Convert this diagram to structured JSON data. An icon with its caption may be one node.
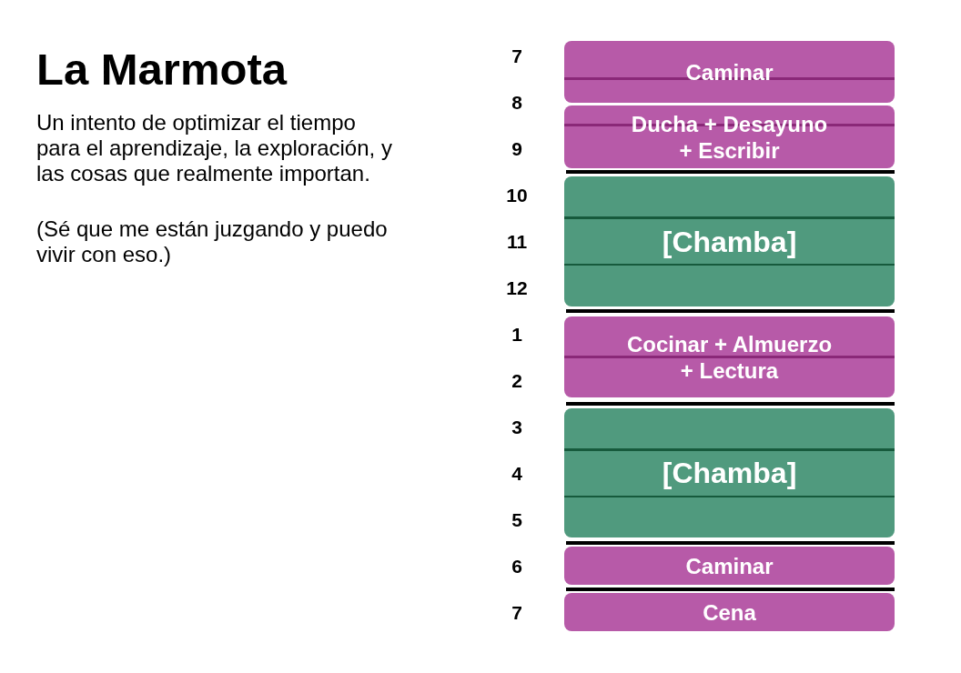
{
  "diagram": {
    "title": "La Marmota",
    "nodes": [
      {
        "text": [
          "Caminar"
        ]
      },
      {
        "text": [
          "Ducha + Desayuno + Escribir"
        ]
      },
      {
        "text": [
          "[Chamba]"
        ]
      },
      {
        "text": [
          "Cocinar + Almuerzo + Lectura"
        ]
      },
      {
        "text": [
          "[Chamba]"
        ]
      },
      {
        "text": [
          "Caminar"
        ]
      },
      {
        "text": [
          "Cena"
        ]
      }
    ],
    "labels": [
      "Un intento de optimizar el tiempo para el aprendizaje, la exploración, y las cosas que realmente importan.",
      "(Sé que me están juzgando y puedo vivir con eso.)",
      "7",
      "8",
      "9",
      "10",
      "11",
      "12",
      "1",
      "2",
      "3",
      "4",
      "5",
      "6",
      "7"
    ]
  }
}
